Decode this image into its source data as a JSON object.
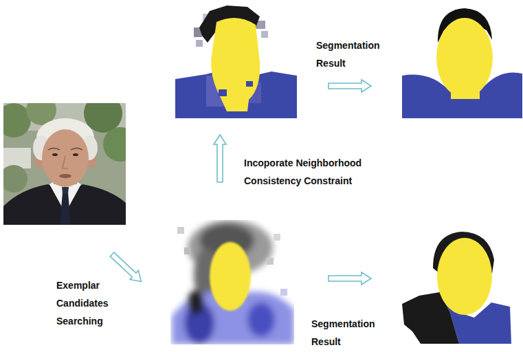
{
  "diagram": {
    "labels": [
      "Segmentation Result",
      "Incoporate Neighborhood Consistency Constraint",
      "Exemplar Candidates Searching",
      "Segmentation Result"
    ]
  }
}
